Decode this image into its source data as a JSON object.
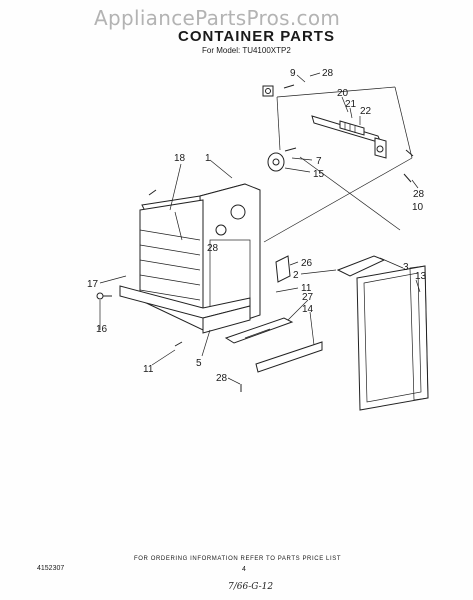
{
  "header": {
    "watermark": "AppliancePartsPros.com",
    "title": "CONTAINER PARTS",
    "model_line": "For Model: TU4100XTP2"
  },
  "callouts": [
    {
      "id": "9",
      "label": "9"
    },
    {
      "id": "28a",
      "label": "28"
    },
    {
      "id": "20",
      "label": "20"
    },
    {
      "id": "21",
      "label": "21"
    },
    {
      "id": "22",
      "label": "22"
    },
    {
      "id": "18",
      "label": "18"
    },
    {
      "id": "1",
      "label": "1"
    },
    {
      "id": "7",
      "label": "7"
    },
    {
      "id": "15",
      "label": "15"
    },
    {
      "id": "28b",
      "label": "28"
    },
    {
      "id": "10",
      "label": "10"
    },
    {
      "id": "28c",
      "label": "28"
    },
    {
      "id": "3",
      "label": "3"
    },
    {
      "id": "13",
      "label": "13"
    },
    {
      "id": "26",
      "label": "26"
    },
    {
      "id": "2",
      "label": "2"
    },
    {
      "id": "17",
      "label": "17"
    },
    {
      "id": "11a",
      "label": "11"
    },
    {
      "id": "27",
      "label": "27"
    },
    {
      "id": "14",
      "label": "14"
    },
    {
      "id": "16",
      "label": "16"
    },
    {
      "id": "5",
      "label": "5"
    },
    {
      "id": "11b",
      "label": "11"
    },
    {
      "id": "28d",
      "label": "28"
    }
  ],
  "footer": {
    "doc_number": "4152307",
    "ordering_note": "FOR ORDERING INFORMATION REFER TO PARTS PRICE LIST",
    "page_number": "4",
    "handwritten": "7/66-G-12"
  }
}
